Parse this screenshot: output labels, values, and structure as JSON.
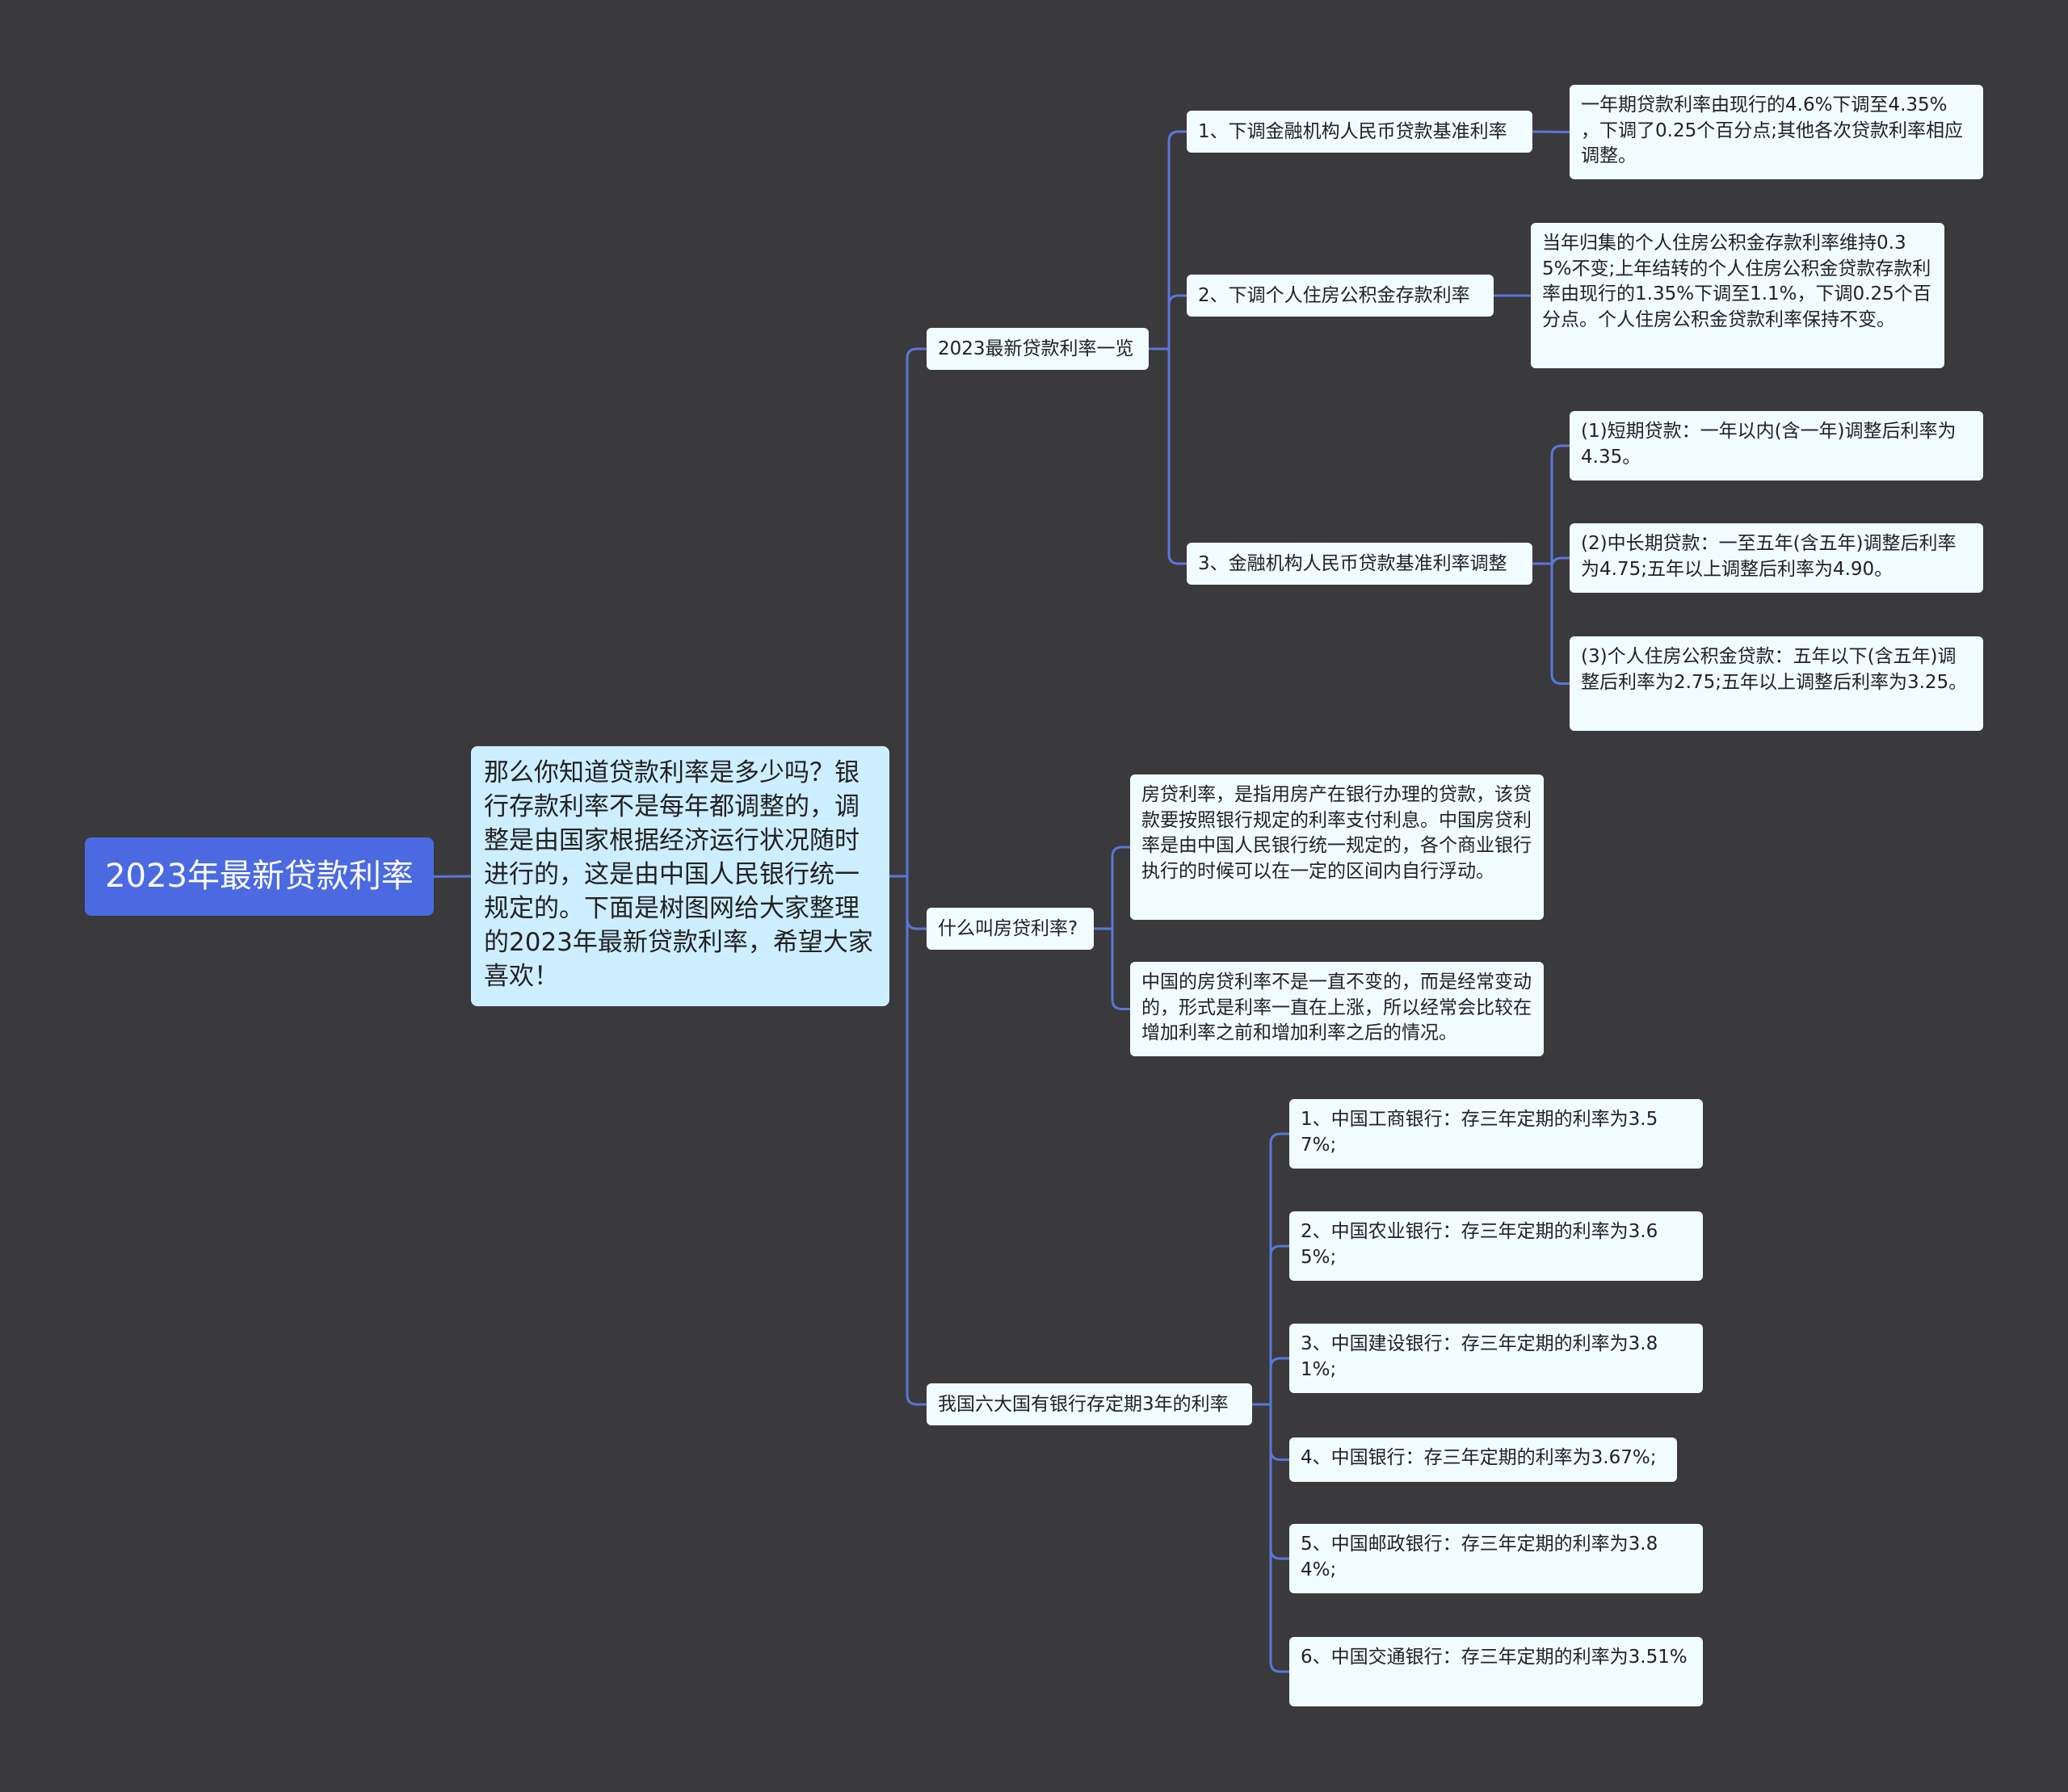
{
  "colors": {
    "background": "#3a393b",
    "root": "#4b6ae1",
    "intro": "#cdeeff",
    "node": "#f1fcff",
    "link": "#5a76d9"
  },
  "root": {
    "text": "2023年最新贷款利率"
  },
  "intro": {
    "text": "那么你知道贷款利率是多少吗？银行存款利率不是每年都调整的，调整是由国家根据经济运行状况随时进行的，这是由中国人民银行统一规定的。下面是树图网给大家整理的2023年最新贷款利率，希望大家喜欢！"
  },
  "branches": [
    {
      "label": "2023最新贷款利率一览",
      "children": [
        {
          "label": "1、下调金融机构人民币贷款基准利率",
          "children": [
            "一年期贷款利率由现行的4.6%下调至4.35%\n，下调了0.25个百分点;其他各次贷款利率相应调整。"
          ]
        },
        {
          "label": "2、下调个人住房公积金存款利率",
          "children": [
            "当年归集的个人住房公积金存款利率维持0.35%不变;上年结转的个人住房公积金贷款存款利率由现行的1.35%下调至1.1%，下调0.25个百分点。个人住房公积金贷款利率保持不变。"
          ]
        },
        {
          "label": "3、金融机构人民币贷款基准利率调整",
          "children": [
            "(1)短期贷款：一年以内(含一年)调整后利率为4.35。",
            "(2)中长期贷款：一至五年(含五年)调整后利率为4.75;五年以上调整后利率为4.90。",
            "(3)个人住房公积金贷款：五年以下(含五年)调整后利率为2.75;五年以上调整后利率为3.25。"
          ]
        }
      ]
    },
    {
      "label": "什么叫房贷利率?",
      "leaves": [
        "房贷利率，是指用房产在银行办理的贷款，该贷款要按照银行规定的利率支付利息。中国房贷利率是由中国人民银行统一规定的，各个商业银行执行的时候可以在一定的区间内自行浮动。",
        "中国的房贷利率不是一直不变的，而是经常变动的，形式是利率一直在上涨，所以经常会比较在增加利率之前和增加利率之后的情况。"
      ]
    },
    {
      "label": "我国六大国有银行存定期3年的利率",
      "leaves": [
        "1、中国工商银行：存三年定期的利率为3.57%;",
        "2、中国农业银行：存三年定期的利率为3.65%;",
        "3、中国建设银行：存三年定期的利率为3.81%;",
        "4、中国银行：存三年定期的利率为3.67%;",
        "5、中国邮政银行：存三年定期的利率为3.84%;",
        "6、中国交通银行：存三年定期的利率为3.51%"
      ]
    }
  ]
}
